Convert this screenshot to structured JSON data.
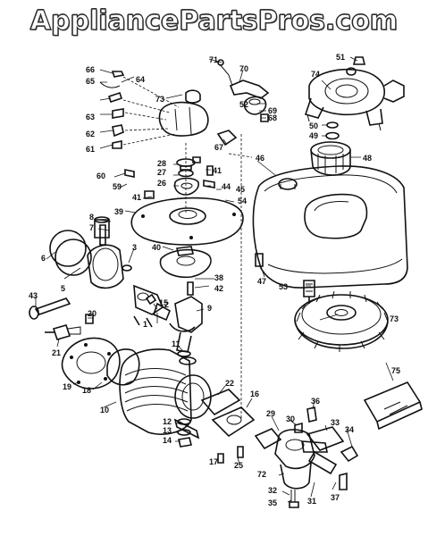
{
  "watermark": "AppliancePartsPros.com",
  "part_labels": [
    "1",
    "2",
    "3",
    "5",
    "6",
    "7",
    "8",
    "9",
    "10",
    "11",
    "12",
    "13",
    "14",
    "15",
    "16",
    "17",
    "18",
    "19",
    "20",
    "21",
    "22",
    "25",
    "26",
    "27",
    "28",
    "29",
    "30",
    "31",
    "32",
    "33",
    "34",
    "35",
    "36",
    "37",
    "38",
    "39",
    "40",
    "41",
    "41",
    "42",
    "43",
    "44",
    "45",
    "46",
    "47",
    "48",
    "49",
    "50",
    "51",
    "52",
    "53",
    "54",
    "59",
    "60",
    "61",
    "62",
    "63",
    "64",
    "65",
    "66",
    "67",
    "68",
    "69",
    "70",
    "71",
    "72",
    "73",
    "73",
    "74",
    "75"
  ]
}
